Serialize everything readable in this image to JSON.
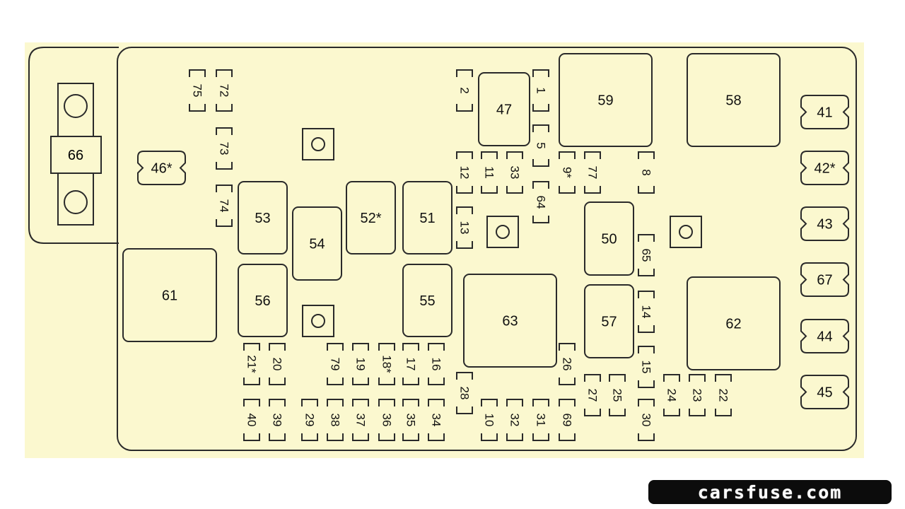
{
  "colors": {
    "background": "#fbf8cf",
    "stroke": "#2a2a2a"
  },
  "left_fuse": "66",
  "relays": [
    "47",
    "59",
    "58",
    "53",
    "54",
    "52*",
    "51",
    "50",
    "61",
    "56",
    "55",
    "63",
    "57",
    "62"
  ],
  "side_connectors": [
    "41",
    "42*",
    "43",
    "67",
    "44",
    "45",
    "46*"
  ],
  "vertical_fuses": [
    "75",
    "72",
    "73",
    "74",
    "2",
    "1",
    "5",
    "12",
    "11",
    "33",
    "9*",
    "77",
    "8",
    "64",
    "13",
    "65",
    "14",
    "15",
    "21*",
    "20",
    "79",
    "19",
    "18*",
    "17",
    "16",
    "26",
    "28",
    "27",
    "25",
    "24",
    "23",
    "22",
    "40",
    "39",
    "29",
    "38",
    "37",
    "36",
    "35",
    "34",
    "10",
    "32",
    "31",
    "69",
    "30"
  ],
  "watermark": "carsfuse.com"
}
